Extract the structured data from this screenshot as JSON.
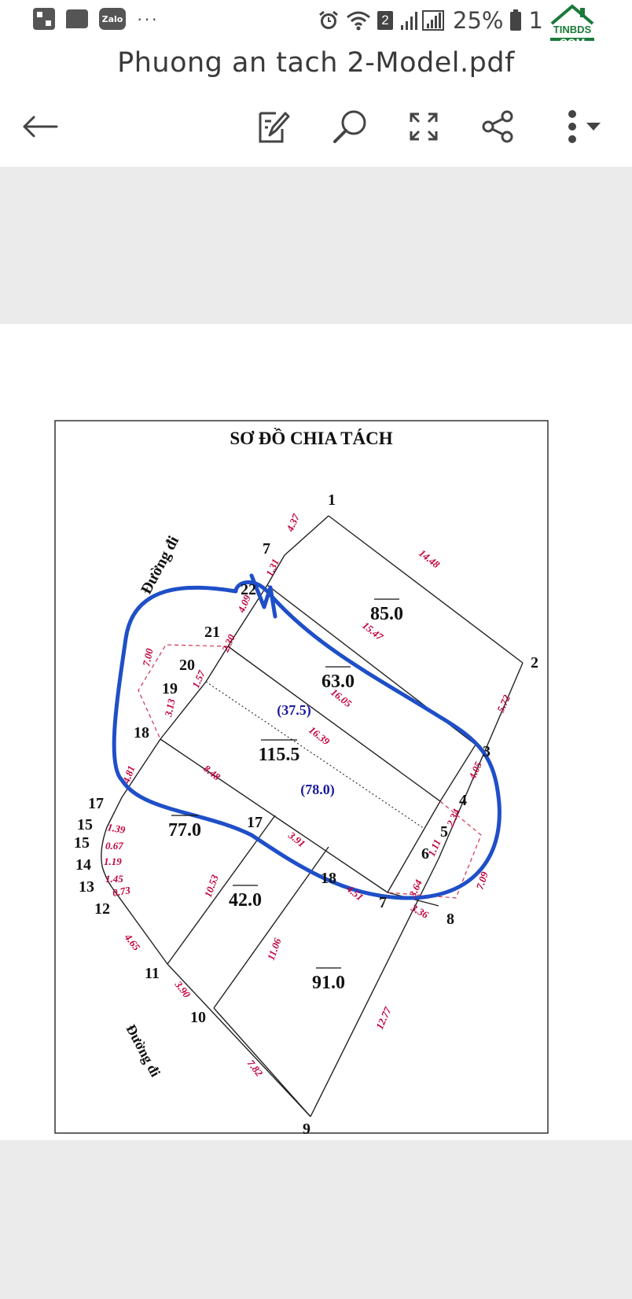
{
  "status_bar": {
    "zalo_label": "Zalo",
    "more": "···",
    "sim_slot": "2",
    "battery": "25%",
    "time": "1",
    "watermark_top": "TINBDS",
    "watermark_bottom": "COM"
  },
  "header": {
    "title": "Phuong an tach 2-Model.pdf"
  },
  "icons": {
    "back": "arrow-left-icon",
    "edit": "edit-icon",
    "search": "search-icon",
    "fullscreen": "expand-icon",
    "share": "share-icon",
    "more": "more-vertical-icon",
    "dropdown": "caret-down-icon"
  },
  "colors": {
    "red_label": "#c0003a",
    "blue_label": "#1a1aa0",
    "pen_ink": "#1f4fc8",
    "line": "#222222"
  },
  "plan": {
    "title": "SƠ ĐỒ CHIA TÁCH",
    "road_top": "Đường đi",
    "road_bottom": "Đường đi",
    "areas": [
      {
        "label": "85.0"
      },
      {
        "label": "63.0"
      },
      {
        "label": "115.5"
      },
      {
        "label": "77.0"
      },
      {
        "label": "42.0"
      },
      {
        "label": "91.0"
      }
    ],
    "sub_areas": [
      {
        "label": "(37.5)"
      },
      {
        "label": "(78.0)"
      }
    ],
    "points": [
      "1",
      "2",
      "3",
      "4",
      "5",
      "6",
      "7",
      "8",
      "9",
      "10",
      "11",
      "12",
      "13",
      "14",
      "15",
      "15",
      "17",
      "18",
      "19",
      "20",
      "21",
      "22",
      "7",
      "17",
      "18"
    ],
    "distances": [
      "4.37",
      "1.31",
      "14.48",
      "15.47",
      "5.72",
      "4.09",
      "16.05",
      "4.05",
      "16.39",
      "2.34",
      "1.11",
      "3.64",
      "7.09",
      "3.36",
      "4.51",
      "3.91",
      "8.48",
      "2.30",
      "1.57",
      "7.00",
      "3.13",
      "4.81",
      "1.39",
      "0.67",
      "1.19",
      "1.45",
      "0.73",
      "4.65",
      "10.53",
      "11.06",
      "3.90",
      "7.82",
      "12.77"
    ]
  }
}
